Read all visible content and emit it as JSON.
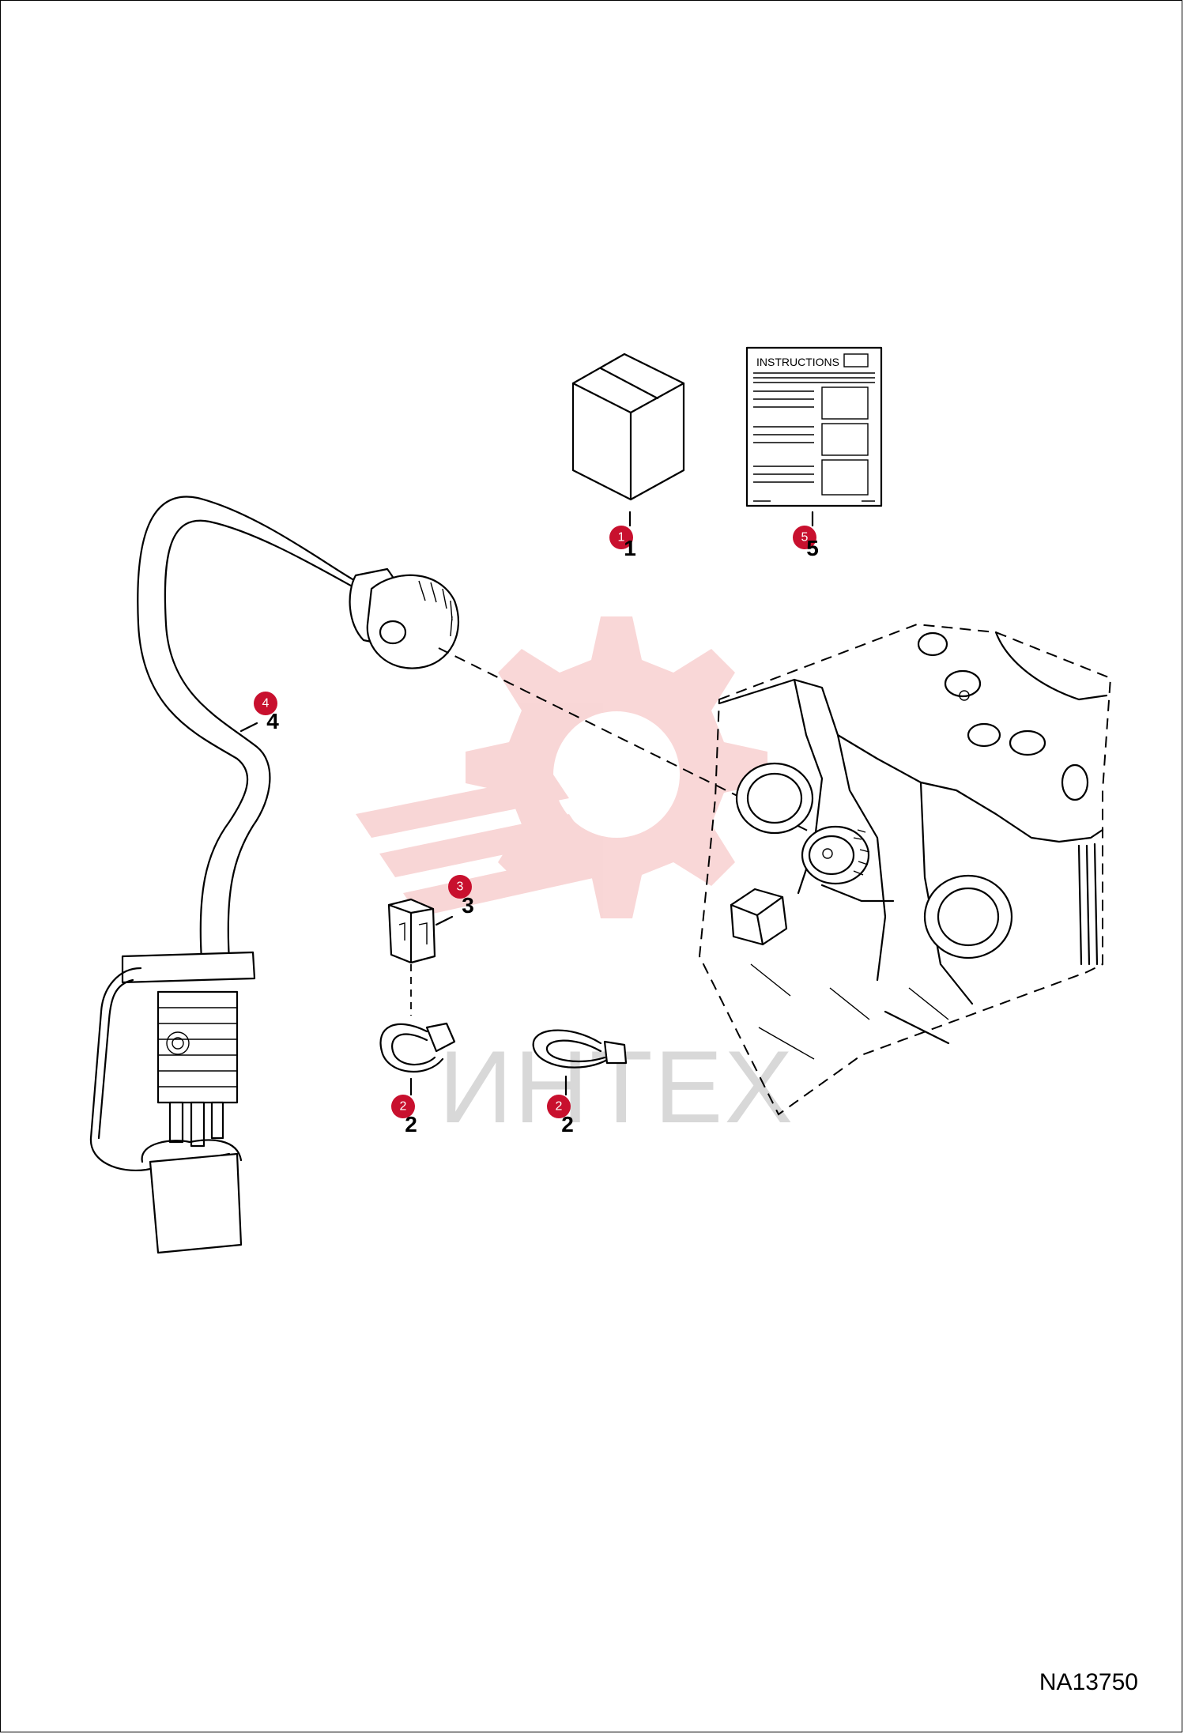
{
  "diagram": {
    "drawing_number": "NA13750",
    "instructions_label": "INSTRUCTIONS",
    "watermark_text": "ИНТЕХ",
    "callout_color": "#c8102e",
    "watermark_color": "#f4b6b6",
    "callouts": [
      "1",
      "2",
      "2",
      "3",
      "4",
      "5"
    ]
  }
}
